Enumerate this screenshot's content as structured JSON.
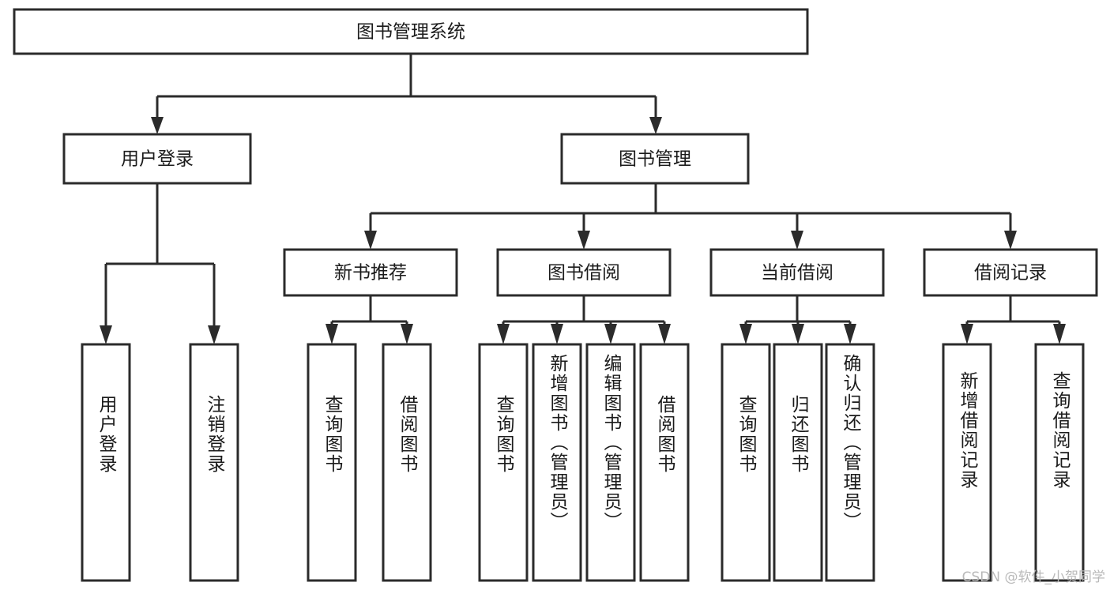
{
  "diagram": {
    "type": "tree-hierarchy",
    "title": "图书管理系统",
    "orientation": "top-down",
    "colors": {
      "stroke": "#2b2b2b",
      "box_fill": "#ffffff",
      "text": "#1b1b1b",
      "background": "#ffffff",
      "watermark": "#b9b9b9"
    },
    "levels": {
      "level1": [
        "图书管理系统"
      ],
      "level2": [
        "用户登录",
        "图书管理"
      ],
      "level3": [
        "新书推荐",
        "图书借阅",
        "当前借阅",
        "借阅记录"
      ],
      "level4": [
        "用户登录",
        "注销登录",
        "查询图书",
        "借阅图书",
        "查询图书",
        "新增图书（管理员）",
        "编辑图书（管理员）",
        "借阅图书",
        "查询图书",
        "归还图书",
        "确认归还（管理员）",
        "新增借阅记录",
        "查询借阅记录"
      ]
    },
    "nodes": {
      "root": {
        "label": "图书管理系统"
      },
      "user_login": {
        "label": "用户登录"
      },
      "book_manage": {
        "label": "图书管理"
      },
      "new_book_rec": {
        "label": "新书推荐"
      },
      "book_borrow": {
        "label": "图书借阅"
      },
      "current_borrow": {
        "label": "当前借阅"
      },
      "borrow_record": {
        "label": "借阅记录"
      },
      "leaf_user_login": {
        "label": "用户登录"
      },
      "leaf_user_logout": {
        "label": "注销登录"
      },
      "leaf_rec_query": {
        "label": "查询图书"
      },
      "leaf_rec_borrow": {
        "label": "借阅图书"
      },
      "leaf_borrow_query": {
        "label": "查询图书"
      },
      "leaf_borrow_add": {
        "label": "新增图书（管理员）"
      },
      "leaf_borrow_edit": {
        "label": "编辑图书（管理员）"
      },
      "leaf_borrow_lend": {
        "label": "借阅图书"
      },
      "leaf_cur_query": {
        "label": "查询图书"
      },
      "leaf_cur_return": {
        "label": "归还图书"
      },
      "leaf_cur_confirm": {
        "label": "确认归还（管理员）"
      },
      "leaf_rec_add": {
        "label": "新增借阅记录"
      },
      "leaf_rec_query2": {
        "label": "查询借阅记录"
      }
    }
  },
  "watermark": {
    "text": "CSDN @软件_小贺同学"
  }
}
